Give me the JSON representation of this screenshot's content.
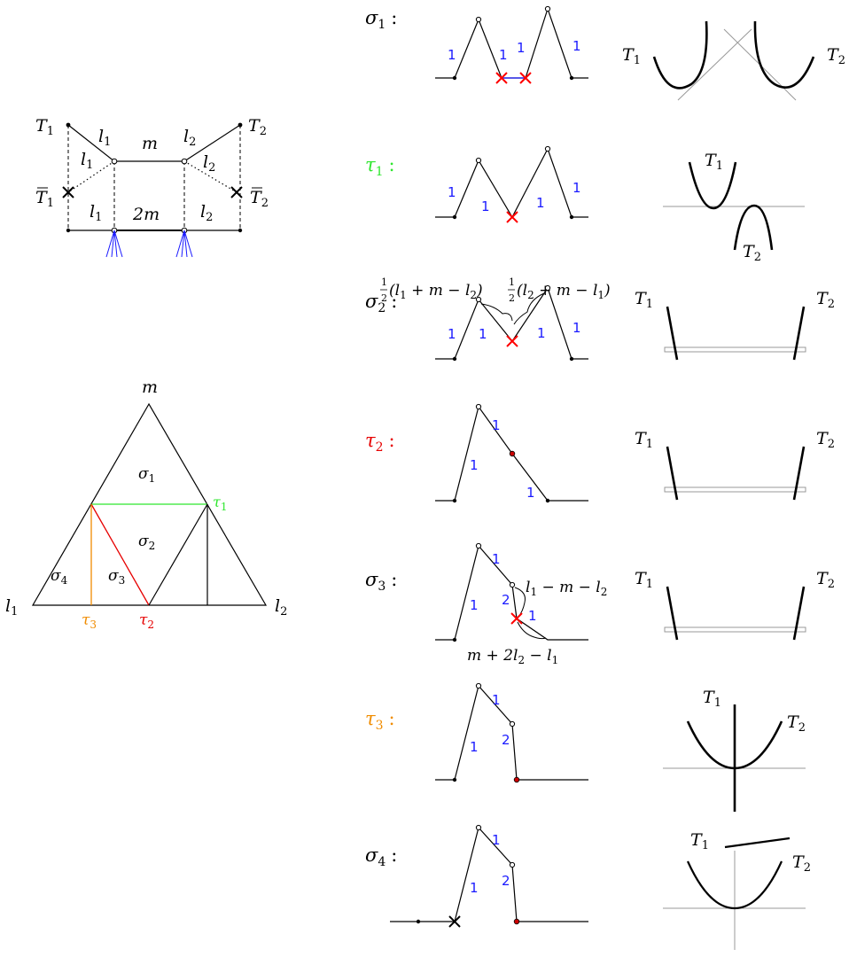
{
  "colors": {
    "tau1": "#2ee62e",
    "tau2": "#e60000",
    "tau3": "#f08c00",
    "weight_blue": "#1a1aff",
    "marker_red": "#ff0000"
  },
  "top_left": {
    "T1": "T",
    "T1_sub": "1",
    "T2": "T",
    "T2_sub": "2",
    "T1bar": "T",
    "T1bar_sub": "1",
    "T2bar": "T",
    "T2bar_sub": "2",
    "l1_top": "l",
    "l1_top_sub": "1",
    "m_top": "m",
    "l2_top": "l",
    "l2_top_sub": "2",
    "l1_mid": "l",
    "l1_mid_sub": "1",
    "l2_mid": "l",
    "l2_mid_sub": "2",
    "l1_bot": "l",
    "l1_bot_sub": "1",
    "twom": "2m",
    "l2_bot": "l",
    "l2_bot_sub": "2"
  },
  "triangle": {
    "apex": "m",
    "left": "l",
    "left_sub": "1",
    "right": "l",
    "right_sub": "2",
    "s1": "σ",
    "s1_sub": "1",
    "s2": "σ",
    "s2_sub": "2",
    "s3": "σ",
    "s3_sub": "3",
    "s4": "σ",
    "s4_sub": "4",
    "t1": "τ",
    "t1_sub": "1",
    "t2": "τ",
    "t2_sub": "2",
    "t3": "τ",
    "t3_sub": "3"
  },
  "rows": [
    {
      "sym": "σ",
      "sub": "1",
      "colon": ":"
    },
    {
      "sym": "τ",
      "sub": "1",
      "colon": ":"
    },
    {
      "sym": "σ",
      "sub": "2",
      "colon": ":"
    },
    {
      "sym": "τ",
      "sub": "2",
      "colon": ":"
    },
    {
      "sym": "σ",
      "sub": "3",
      "colon": ":"
    },
    {
      "sym": "τ",
      "sub": "3",
      "colon": ":"
    },
    {
      "sym": "σ",
      "sub": "4",
      "colon": ":"
    }
  ],
  "weights": {
    "one": "1",
    "two": "2"
  },
  "annotations": {
    "half": "1",
    "half_den": "2",
    "s2_a": "(l",
    "s2_a_sub": "1",
    "s2_a_rest": " + m − l",
    "s2_a_sub2": "2",
    "s2_a_end": ")",
    "s2_b": "(l",
    "s2_b_sub": "2",
    "s2_b_rest": " + m − l",
    "s2_b_sub2": "1",
    "s2_b_end": ")",
    "s3_top": "l",
    "s3_top_sub": "1",
    "s3_top_rest": " − m − l",
    "s3_top_sub2": "2",
    "s3_bot": "m + 2l",
    "s3_bot_sub": "2",
    "s3_bot_rest": " − l",
    "s3_bot_sub2": "1"
  },
  "curve_labels": {
    "T": "T",
    "sub1": "1",
    "sub2": "2"
  }
}
